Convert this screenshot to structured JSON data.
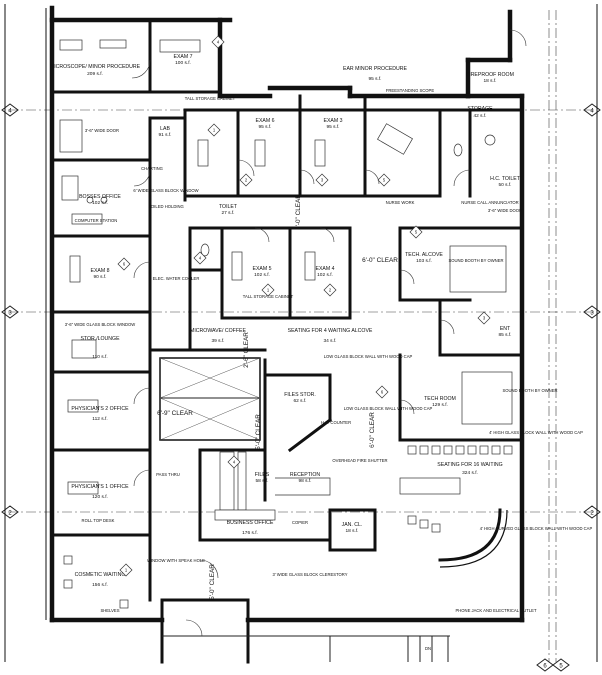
{
  "grid": {
    "row_labels": [
      "4",
      "3",
      "2"
    ],
    "col_labels": [
      "6",
      "5"
    ]
  },
  "rooms": [
    {
      "key": "microscope",
      "name": "MICROSCOPE/ MINOR PROCEDURE",
      "area": "209 s.f."
    },
    {
      "key": "exam7",
      "name": "EXAM 7",
      "area": "100 s.f."
    },
    {
      "key": "lab",
      "name": "LAB",
      "area": "91 s.f."
    },
    {
      "key": "exam6_top",
      "name": "EXAM 6",
      "area": "95 s.f."
    },
    {
      "key": "exam3",
      "name": "EXAM 3",
      "area": "95 s.f."
    },
    {
      "key": "ear_minor",
      "name": "EAR MINOR PROCEDURE",
      "area": "95 s.f."
    },
    {
      "key": "fireproof",
      "name": "FIREPROOF ROOM",
      "area": "18 s.f."
    },
    {
      "key": "storage",
      "name": "STORAGE",
      "area": "42 s.f."
    },
    {
      "key": "hc_toilet",
      "name": "H.C. TOILET",
      "area": "50 s.f."
    },
    {
      "key": "bosses",
      "name": "BOSSES OFFICE",
      "area": "102 s.f."
    },
    {
      "key": "toilet",
      "name": "TOILET",
      "area": "27 s.f."
    },
    {
      "key": "tech_alcove",
      "name": "TECH. ALCOVE",
      "area": "103 s.f."
    },
    {
      "key": "exam8",
      "name": "EXAM 8",
      "area": "90 s.f."
    },
    {
      "key": "exam5",
      "name": "EXAM 5",
      "area": "102 s.f."
    },
    {
      "key": "exam4",
      "name": "EXAM 4",
      "area": "102 s.f."
    },
    {
      "key": "ent",
      "name": "ENT",
      "area": "85 s.f."
    },
    {
      "key": "stor_lounge",
      "name": "STOR./LOUNGE",
      "area": "110 s.f."
    },
    {
      "key": "microwave",
      "name": "MICROWAVE/ COFFEE",
      "area": "39 s.f."
    },
    {
      "key": "waiting_alcove",
      "name": "SEATING FOR 4 WAITING ALCOVE",
      "area": "34 s.f."
    },
    {
      "key": "physician2",
      "name": "PHYSICIAN'S 2 OFFICE",
      "area": "112 s.f."
    },
    {
      "key": "files_stor",
      "name": "FILES STOR.",
      "area": "62 s.f."
    },
    {
      "key": "tech_room",
      "name": "TECH ROOM",
      "area": "129 s.f."
    },
    {
      "key": "physician1",
      "name": "PHYSICIAN'S 1 OFFICE",
      "area": "120 s.f."
    },
    {
      "key": "files",
      "name": "FILES",
      "area": "58 s.f."
    },
    {
      "key": "reception",
      "name": "RECEPTION",
      "area": "98 s.f."
    },
    {
      "key": "waiting",
      "name": "SEATING FOR 16 WAITING",
      "area": "324 s.f."
    },
    {
      "key": "business",
      "name": "BUSINESS OFFICE",
      "area": "176 s.f."
    },
    {
      "key": "jan_cl",
      "name": "JAN. CL.",
      "area": "18 s.f."
    },
    {
      "key": "cosmetic",
      "name": "COSMETIC WAITING",
      "area": "156 s.f."
    }
  ],
  "clearances": [
    "5'-0\" CLEAR",
    "6'-0\" CLEAR",
    "2'-6\" CLEAR",
    "6'-9\" CLEAR",
    "5'-0\" CLEAR",
    "5'-0\" CLEAR",
    "6'-0\" CLEAR"
  ],
  "notes": [
    "3'-6\" WIDE DOOR",
    "3'-6\" WIDE DOOR",
    "TALL STORAGE CABINET",
    "TALL STORAGE CABINET",
    "FREESTANDING SCOPE",
    "CHARTING",
    "6' WIDE GLASS BLOCK WINDOW",
    "SOILED HOLDING",
    "COMPUTER STATION",
    "NURSE WORK",
    "NURSE CALL ANNUNCIATOR",
    "SOUND BOOTH BY OWNER",
    "SOUND BOOTH BY OWNER",
    "LOW GLASS BLOCK WALL WITH WOOD CAP",
    "LOW GLASS BLOCK WALL WITH WOOD CAP",
    "H.C. COUNTER",
    "OVERHEAD FIRE SHUTTER",
    "PASS THRU",
    "COPIER",
    "WINDOW WITH SPEAK HOLE",
    "ROLL TOP DESK",
    "3' WIDE GLASS BLOCK CLERESTORY",
    "4' HIGH CURVED GLASS BLOCK WALL WITH WOOD CAP",
    "PHONE JACK AND ELECTRICAL OUTLET",
    "SHELVES",
    "ELEC. WATER COOLER",
    "4' HIGH GLASS BLOCK WALL WITH WOOD CAP",
    "3'-6\" WIDE GLASS BLOCK WINDOW",
    "DN"
  ],
  "keys": [
    "4",
    "1",
    "2",
    "3",
    "5",
    "6",
    "4",
    "1",
    "2",
    "3",
    "5",
    "6",
    "1",
    "4"
  ]
}
